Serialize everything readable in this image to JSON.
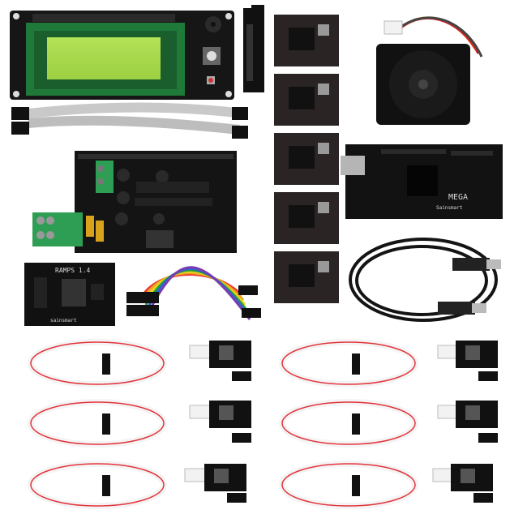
{
  "image": {
    "background": "#ffffff",
    "colors": {
      "pcb": "#161616",
      "lcd_green": "#a8d84a",
      "lcd_bezel": "#1f7a3a",
      "driver_board": "#2a2424",
      "terminal_green": "#2f9e55",
      "cable_white": "#f4f4f4",
      "cable_red": "#e3333b",
      "usb_cable": "#141414"
    },
    "labels": {
      "ramps_board": "RAMPS 1.4",
      "brand_small": "sainsmart",
      "mega_label": "MEGA",
      "mega_brand": "Sainsmart"
    }
  }
}
